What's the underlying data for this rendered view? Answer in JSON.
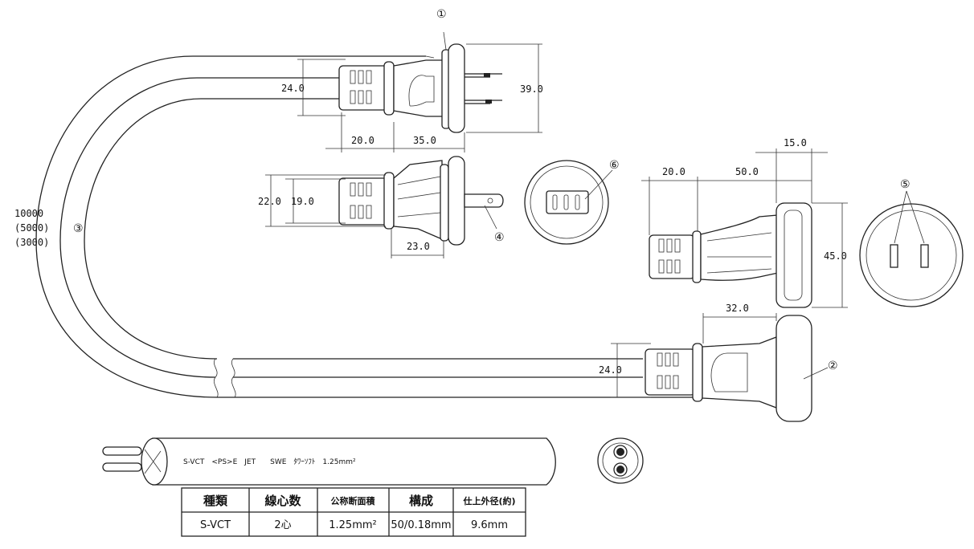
{
  "callouts": {
    "c1": "①",
    "c2": "②",
    "c3": "③",
    "c4": "④",
    "c5": "⑤",
    "c6": "⑥"
  },
  "length_labels": [
    "10000",
    "(5000)",
    "(3000)"
  ],
  "dimensions": {
    "plug1_height": "24.0",
    "plug1_width": "39.0",
    "plug1_grip": "20.0",
    "plug1_body": "35.0",
    "plug4_outer": "22.0",
    "plug4_inner": "19.0",
    "plug4_length": "23.0",
    "conn_grip": "20.0",
    "conn_body": "50.0",
    "conn_face": "15.0",
    "conn_height": "45.0",
    "conn2_length": "32.0",
    "conn2_height": "24.0"
  },
  "cable_marking": "S-VCT　<PS>E　JET　　SWE　ﾀﾜｰｿﾌﾄ　1.25mm²",
  "spec_table": {
    "headers": [
      "種類",
      "線心数",
      "公称断面積",
      "構成",
      "仕上外径(約)"
    ],
    "rows": [
      [
        "S-VCT",
        "2心",
        "1.25mm²",
        "50/0.18mm",
        "9.6mm"
      ]
    ]
  }
}
